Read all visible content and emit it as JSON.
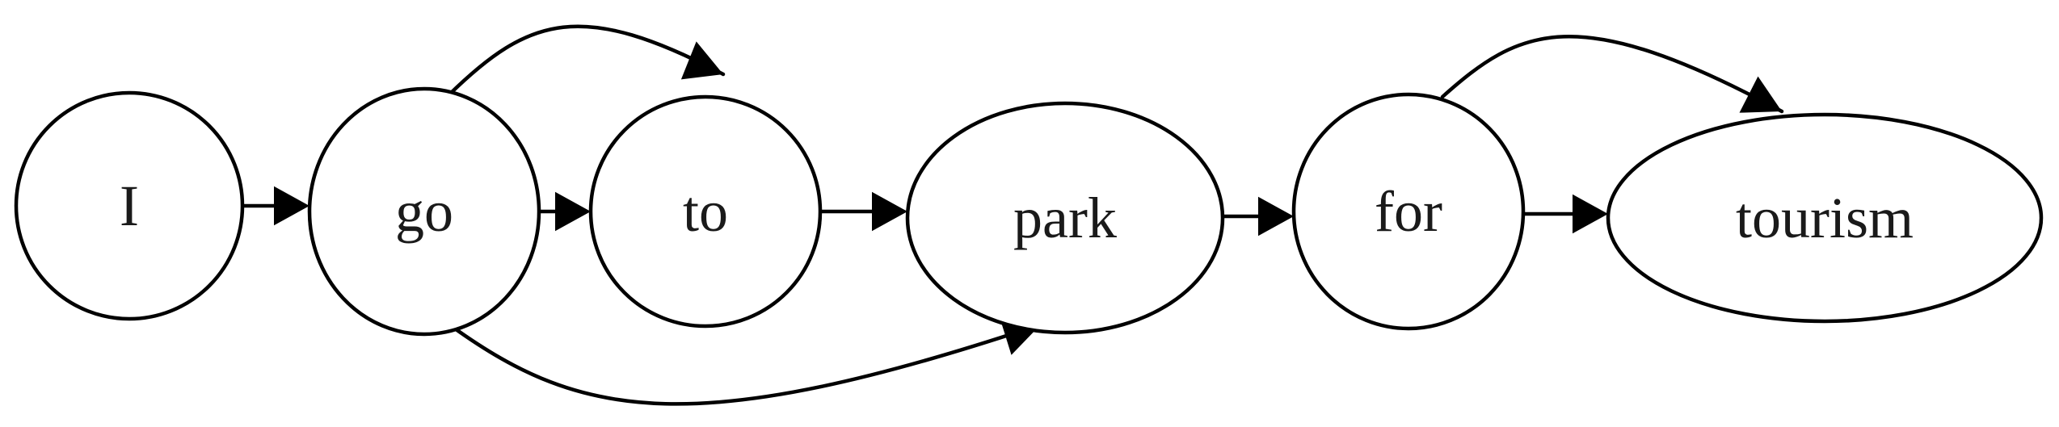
{
  "diagram": {
    "type": "directed-graph",
    "colors": {
      "stroke": "#000000",
      "text": "#1a1a1a",
      "background": "#ffffff"
    },
    "nodes": [
      {
        "id": "I",
        "label": "I",
        "shape": "circle"
      },
      {
        "id": "go",
        "label": "go",
        "shape": "ellipse"
      },
      {
        "id": "to",
        "label": "to",
        "shape": "ellipse"
      },
      {
        "id": "park",
        "label": "park",
        "shape": "ellipse"
      },
      {
        "id": "for",
        "label": "for",
        "shape": "ellipse"
      },
      {
        "id": "tourism",
        "label": "tourism",
        "shape": "ellipse"
      }
    ],
    "edges": [
      {
        "from": "I",
        "to": "go"
      },
      {
        "from": "go",
        "to": "to"
      },
      {
        "from": "to",
        "to": "park"
      },
      {
        "from": "park",
        "to": "for"
      },
      {
        "from": "for",
        "to": "tourism"
      },
      {
        "from": "go",
        "to": "to",
        "style": "curved-over"
      },
      {
        "from": "go",
        "to": "park",
        "style": "curved-under"
      },
      {
        "from": "for",
        "to": "tourism",
        "style": "curved-over"
      }
    ]
  }
}
